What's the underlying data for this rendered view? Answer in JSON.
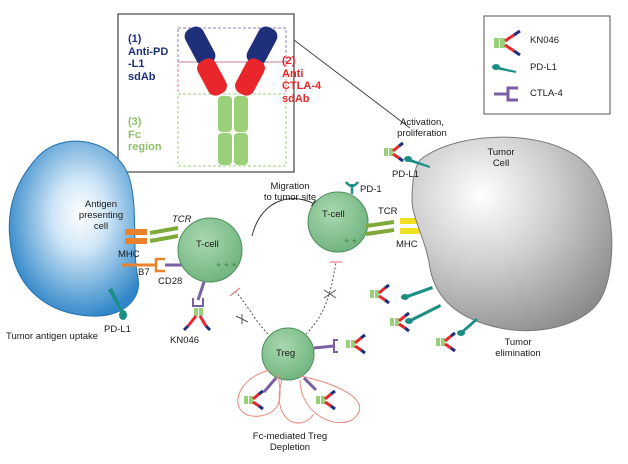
{
  "inset": {
    "label1": "(1)\nAnti-PD\n-L1\nsdAb",
    "label2": "(2)\nAnti\nCTLA-4\nsdAb",
    "label3": "(3)\nFc\nregion"
  },
  "legend": {
    "items": [
      {
        "icon": "kn046-antibody-icon",
        "label": "KN046"
      },
      {
        "icon": "pd-l1-icon",
        "label": "PD-L1"
      },
      {
        "icon": "ctla-4-icon",
        "label": "CTLA-4"
      }
    ]
  },
  "cells": {
    "apc": "Antigen\npresenting\ncell",
    "tcell_left": "T-cell",
    "tcell_right": "T-cell",
    "treg": "Treg",
    "tumor": "Tumor\nCell"
  },
  "labels": {
    "tcr_left": "TCR",
    "mhc_left": "MHC",
    "b7": "B7",
    "cd28": "CD28",
    "kn046": "KN046",
    "pd_l1_apc": "PD-L1",
    "tumor_antigen_uptake": "Tumor antigen uptake",
    "migration": "Migration\nto tumor site",
    "pd1": "PD-1",
    "tcr_right": "TCR",
    "mhc_right": "MHC",
    "activation": "Activation,\nproliferation",
    "pd_l1_tumor": "PD-L1",
    "tumor_elimination": "Tumor\nelimination",
    "fc_depletion": "Fc-mediated Treg\nDepletion"
  },
  "colors": {
    "anti_pdl1_arm": "#1f2f7a",
    "anti_ctla4_arm": "#e8262b",
    "fc_region": "#9bd07a",
    "pd_l1": "#1b8f84",
    "ctla4": "#7b5fa3",
    "tcell": "#8fc99b",
    "apc": "#3b8fce",
    "tumor": "#9a9a9a",
    "label1_text": "#1f2f7a",
    "label2_text": "#e8262b",
    "label3_text": "#8cc06a"
  }
}
